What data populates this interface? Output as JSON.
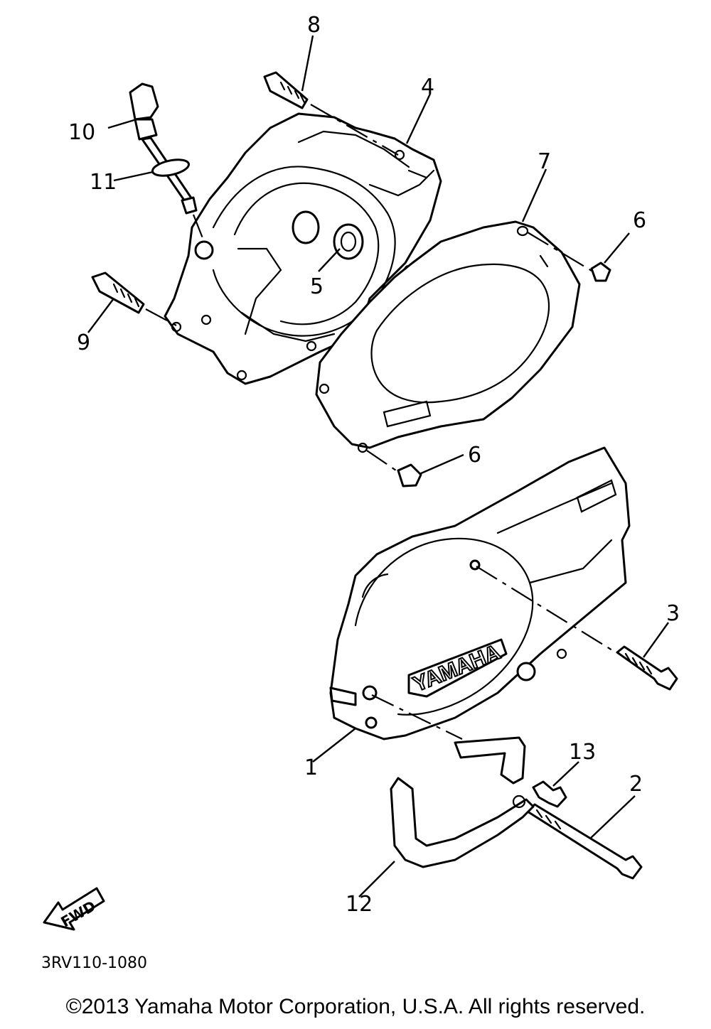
{
  "callouts": {
    "c1": "1",
    "c2": "2",
    "c3": "3",
    "c4": "4",
    "c5": "5",
    "c6a": "6",
    "c6b": "6",
    "c7": "7",
    "c8": "8",
    "c9": "9",
    "c10": "10",
    "c11": "11",
    "c12": "12",
    "c13": "13"
  },
  "logo_text": "YAMAHA",
  "direction_label": "FWD",
  "diagram_code": "3RV110-1080",
  "copyright": "©2013 Yamaha Motor Corporation, U.S.A. All rights reserved."
}
